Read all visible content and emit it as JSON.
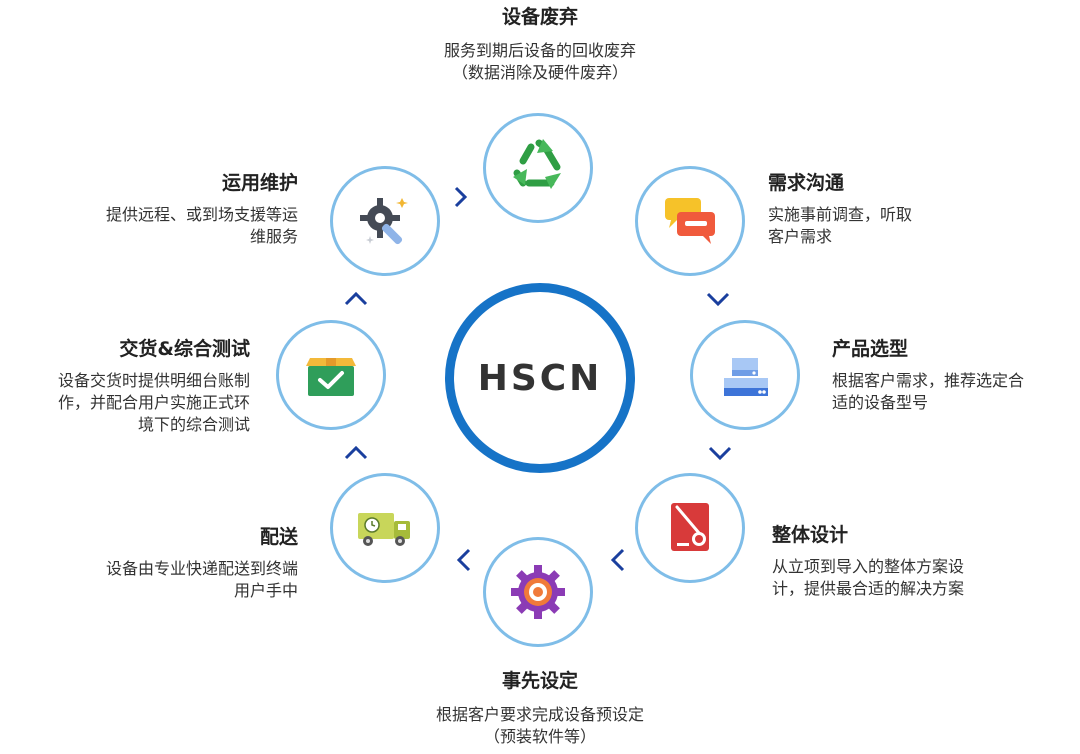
{
  "center": {
    "label": "HSCN"
  },
  "steps": [
    {
      "id": "disposal",
      "title": "设备废弃",
      "desc": [
        "服务到期后设备的回收废弃",
        "（数据消除及硬件废弃）"
      ],
      "icon": "recycle-icon"
    },
    {
      "id": "communication",
      "title": "需求沟通",
      "desc": [
        "实施事前调查，听取",
        "客户需求"
      ],
      "icon": "chat-bubbles-icon"
    },
    {
      "id": "selection",
      "title": "产品选型",
      "desc": [
        "根据客户需求，推荐选定合",
        "适的设备型号"
      ],
      "icon": "server-icon"
    },
    {
      "id": "design",
      "title": "整体设计",
      "desc": [
        "从立项到导入的整体方案设",
        "计，提供最合适的解决方案"
      ],
      "icon": "certificate-icon"
    },
    {
      "id": "presetting",
      "title": "事先设定",
      "desc": [
        "根据客户要求完成设备预设定",
        "（预装软件等）"
      ],
      "icon": "gear-icon"
    },
    {
      "id": "delivery",
      "title": "配送",
      "desc": [
        "设备由专业快递配送到终端",
        "用户手中"
      ],
      "icon": "truck-icon"
    },
    {
      "id": "handover",
      "title": "交货&综合测试",
      "desc": [
        "设备交货时提供明细台账制",
        "作，并配合用户实施正式环",
        "境下的综合测试"
      ],
      "icon": "box-check-icon"
    },
    {
      "id": "maintenance",
      "title": "运用维护",
      "desc": [
        "提供远程、或到场支援等运",
        "维服务"
      ],
      "icon": "wrench-gear-icon"
    }
  ],
  "colors": {
    "ring": "#1673c7",
    "node_border": "#7fbde8",
    "arrow": "#1a3f9e"
  }
}
